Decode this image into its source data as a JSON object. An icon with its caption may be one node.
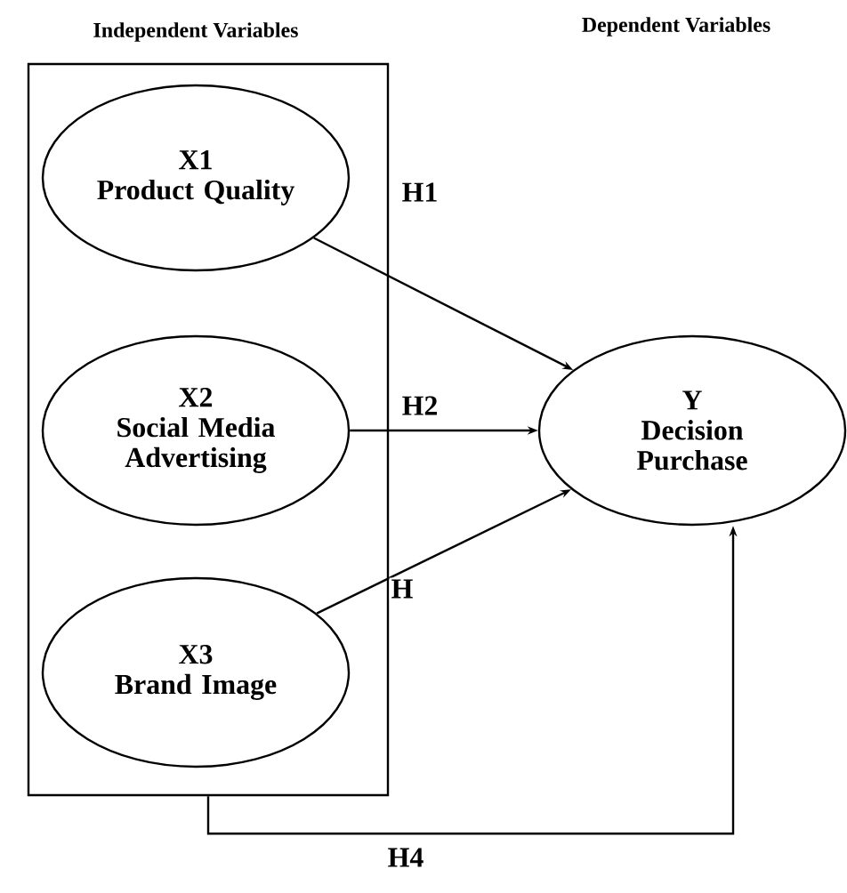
{
  "diagram": {
    "nodes": [
      {
        "text": [
          "Independent Variables"
        ]
      },
      {
        "text": [
          "X1",
          "Product Quality"
        ],
        "in": 0
      },
      {
        "text": [
          "X2",
          "Social Media Advertising"
        ],
        "in": 0
      },
      {
        "text": [
          "X3",
          "Brand Image"
        ],
        "in": 0
      },
      {
        "text": [
          "Y",
          "Decision Purchase"
        ]
      }
    ],
    "edges": [
      {
        "from": 1,
        "to": 4,
        "arrow": "to",
        "label": "H1"
      },
      {
        "from": 2,
        "to": 4,
        "arrow": "to",
        "label": "H2"
      },
      {
        "from": 3,
        "to": 4,
        "arrow": "to",
        "label": "H"
      },
      {
        "from": 0,
        "to": 4,
        "arrow": "to",
        "label": "H4"
      }
    ],
    "labels": [
      "Dependent Variables"
    ]
  }
}
